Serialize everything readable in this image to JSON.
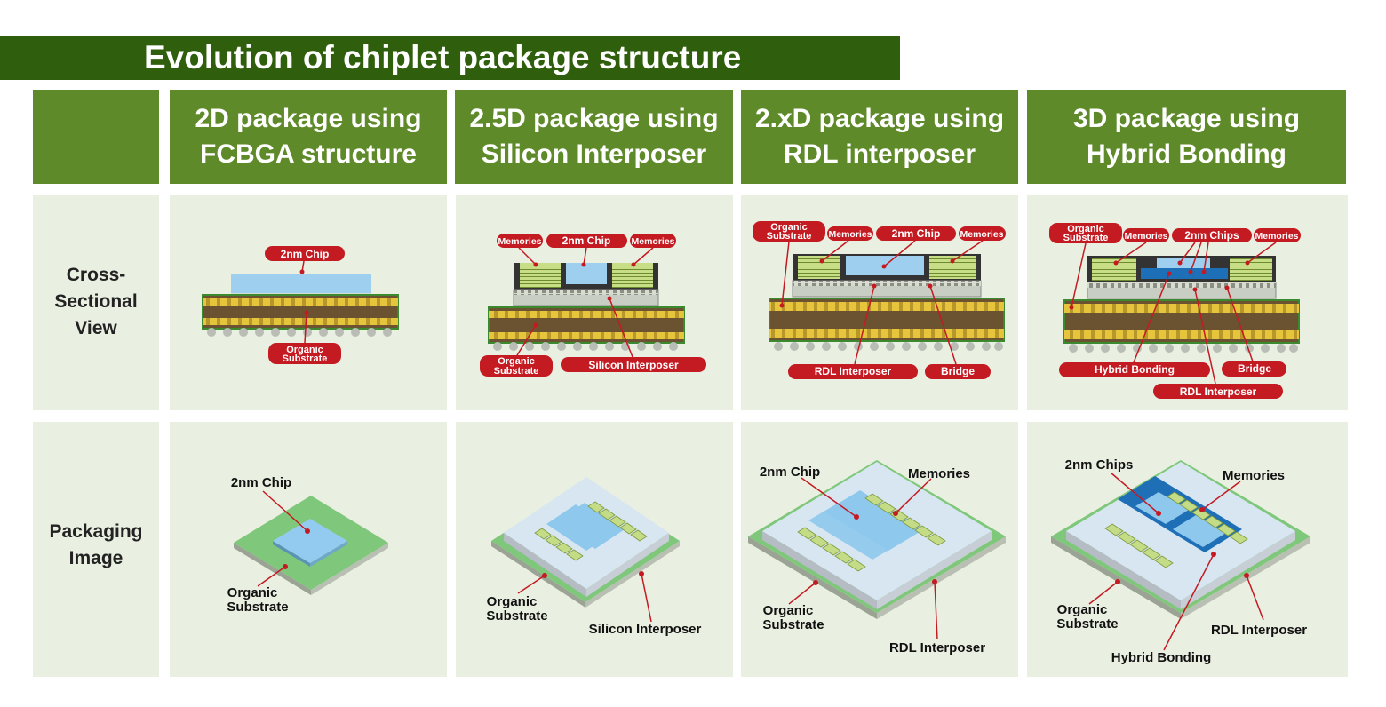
{
  "title": "Evolution of chiplet package structure",
  "columns": [
    {
      "line1": "2D package using",
      "line2": "FCBGA structure"
    },
    {
      "line1": "2.5D package using",
      "line2": "Silicon Interposer"
    },
    {
      "line1": "2.xD package using",
      "line2": "RDL interposer"
    },
    {
      "line1": "3D package using",
      "line2": "Hybrid Bonding"
    }
  ],
  "rows": {
    "cross": {
      "line1": "Cross-",
      "line2": "Sectional",
      "line3": "View"
    },
    "packaging": {
      "line1": "Packaging",
      "line2": "Image"
    }
  },
  "labels": {
    "chip_2nm": "2nm Chip",
    "chips_2nm": "2nm Chips",
    "organic": "Organic",
    "substrate": "Substrate",
    "memories": "Memories",
    "silicon_interposer": "Silicon Interposer",
    "rdl_interposer": "RDL Interposer",
    "bridge": "Bridge",
    "hybrid_bonding": "Hybrid Bonding"
  },
  "colors": {
    "title_bg": "#2f5e0c",
    "header_bg": "#5f8a2a",
    "cell_bg": "#e9efe1",
    "callout": "#c41a22",
    "chip": "#8ec8ec",
    "memory": "#c5dc86",
    "substrate": "#6b5331",
    "via": "#e3c13a"
  }
}
